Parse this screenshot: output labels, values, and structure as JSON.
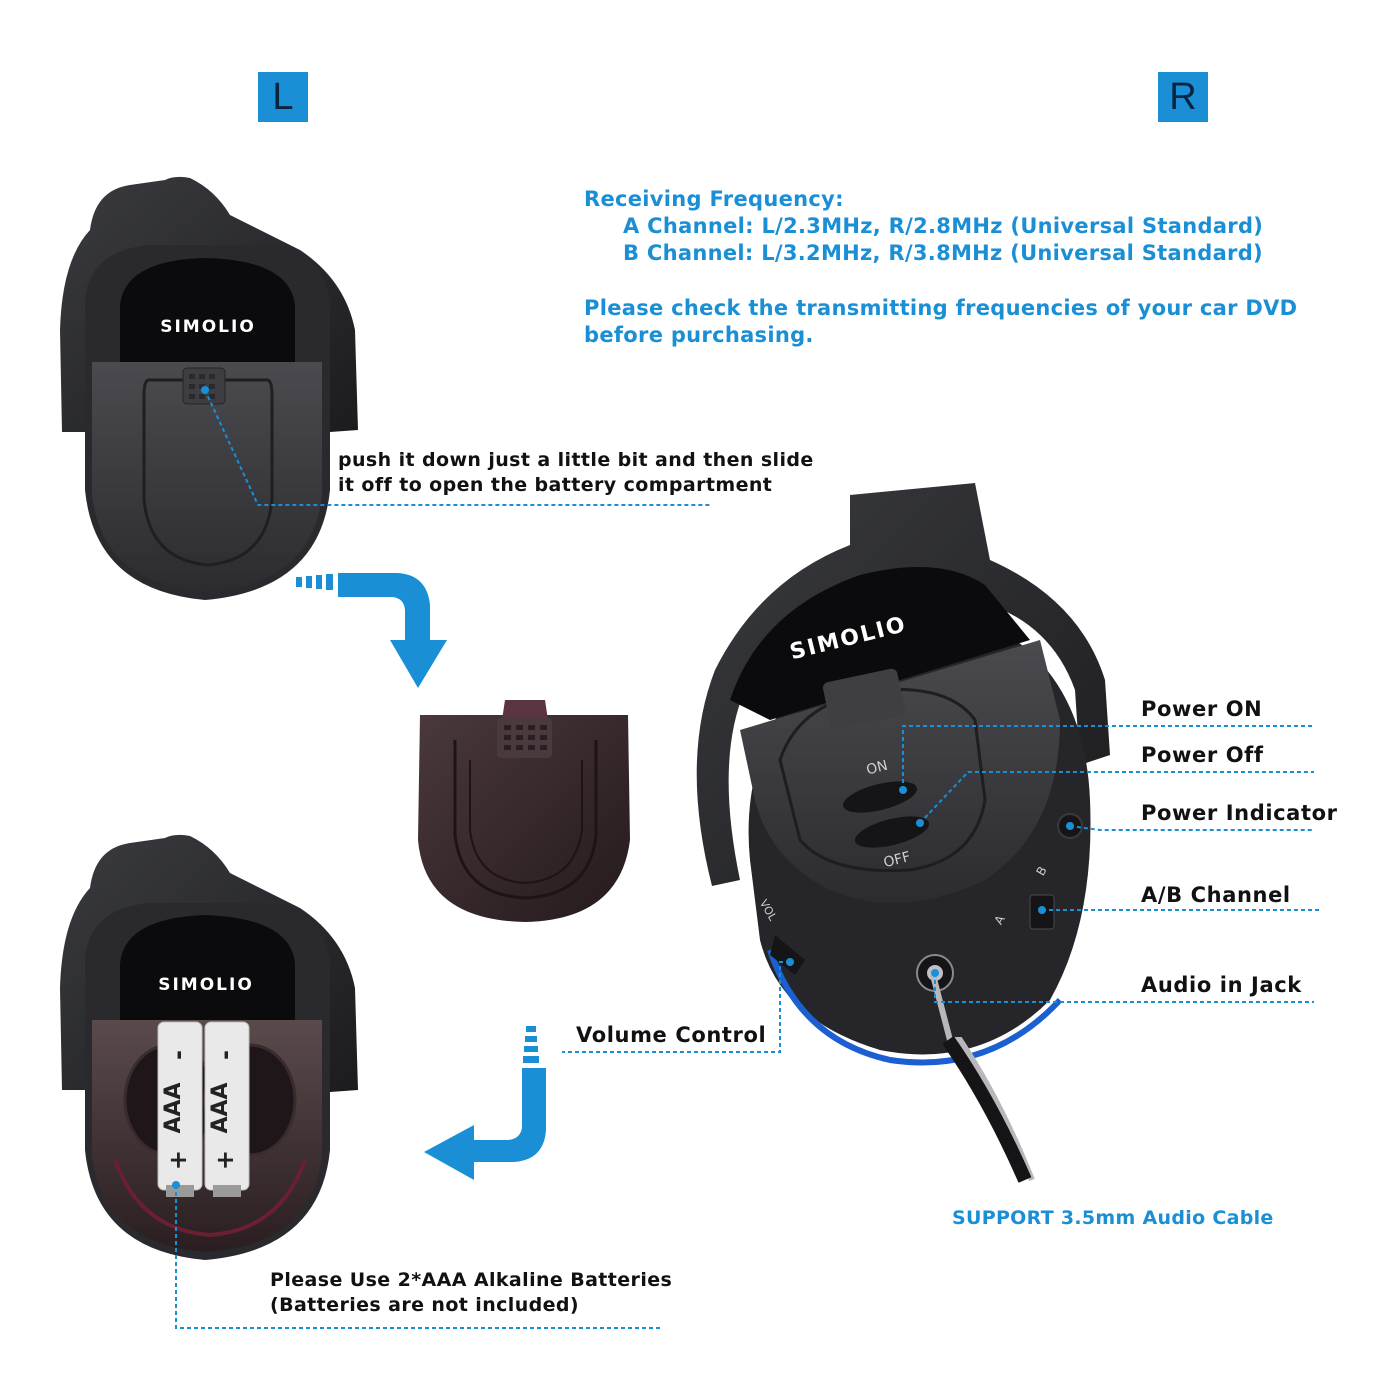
{
  "side_labels": {
    "left": "L",
    "right": "R"
  },
  "frequency_info": {
    "heading": "Receiving Frequency:",
    "a_channel": "A Channel: L/2.3MHz, R/2.8MHz (Universal Standard)",
    "b_channel": "B Channel: L/3.2MHz, R/3.8MHz (Universal Standard)",
    "note_line1": "Please check the transmitting frequencies of your car DVD",
    "note_line2": "before purchasing."
  },
  "battery_cover_instruction": {
    "line1": "push it down just a little bit and then slide",
    "line2": "it off to open the battery compartment"
  },
  "brand": "SIMOLIO",
  "battery_labels": {
    "type": "AAA",
    "plus": "+",
    "minus": "-"
  },
  "battery_note": {
    "line1": "Please Use 2*AAA Alkaline Batteries",
    "line2": "(Batteries are not included)"
  },
  "callouts": {
    "power_on": "Power ON",
    "power_off": "Power Off",
    "power_indicator": "Power Indicator",
    "ab_channel": "A/B Channel",
    "audio_in_jack": "Audio in Jack",
    "volume_control": "Volume Control"
  },
  "switch_labels": {
    "on": "ON",
    "off": "OFF",
    "a": "A",
    "b": "B",
    "vol": "VOL"
  },
  "cable_note": "SUPPORT 3.5mm Audio Cable",
  "colors": {
    "accent_blue": "#1a8fd6",
    "device_dark": "#2b2b2e",
    "cover_brown": "#3a2c2f"
  }
}
